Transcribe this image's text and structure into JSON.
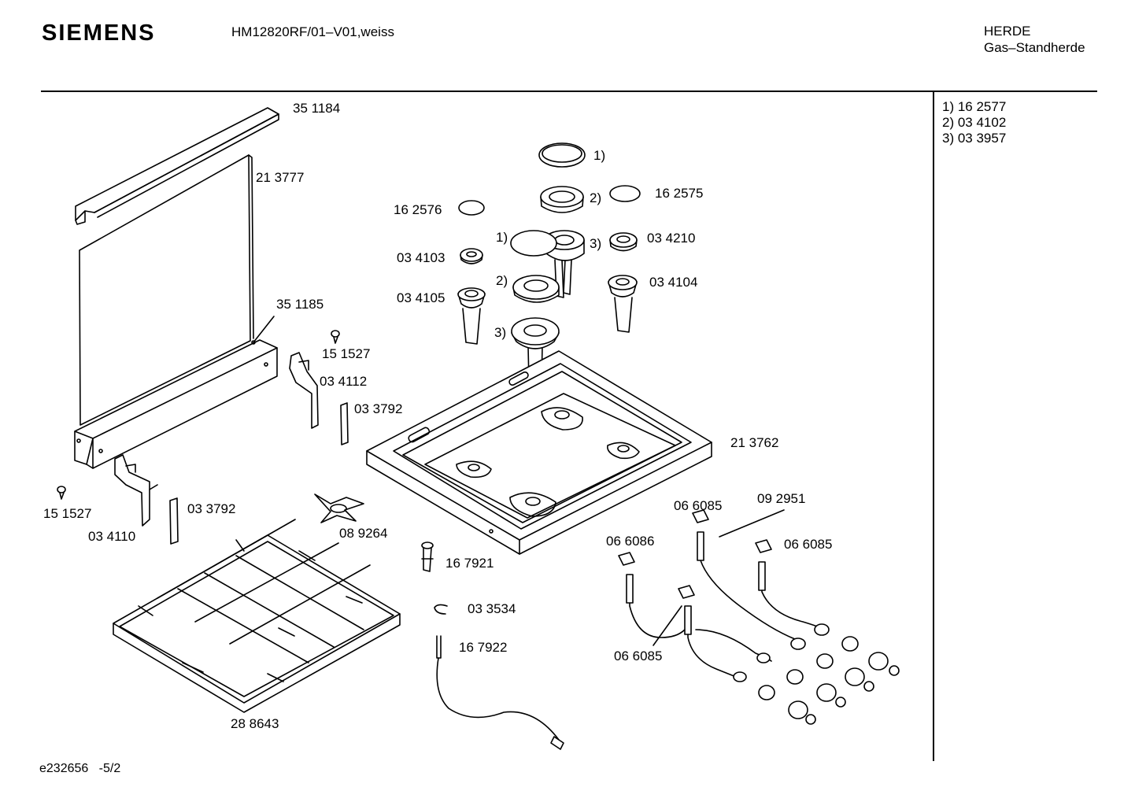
{
  "header": {
    "brand": "SIEMENS",
    "model": "HM12820RF/01–V01,weiss",
    "category_line1": "HERDE",
    "category_line2": "Gas–Standherde"
  },
  "legend": [
    {
      "text": "1) 16 2577"
    },
    {
      "text": "2) 03 4102"
    },
    {
      "text": "3) 03 3957"
    }
  ],
  "footer": {
    "doc_id": "e232656",
    "page": "-5/2"
  },
  "part_labels": {
    "p351184": "35 1184",
    "p213777": "21 3777",
    "p162576": "16 2576",
    "p162575": "16 2575",
    "p034210": "03 4210",
    "p034103": "03 4103",
    "p034105": "03 4105",
    "p034104": "03 4104",
    "p351185": "35 1185",
    "p151527a": "15 1527",
    "p034112": "03 4112",
    "p033792a": "03 3792",
    "p213762": "21 3762",
    "p151527b": "15 1527",
    "p034110": "03 4110",
    "p033792b": "03 3792",
    "p089264": "08 9264",
    "p066085a": "06 6085",
    "p092951": "09 2951",
    "p066086": "06 6086",
    "p066085b": "06 6085",
    "p167921": "16 7921",
    "p033534": "03 3534",
    "p167922": "16 7922",
    "p066085c": "06 6085",
    "p288643": "28 8643"
  },
  "callouts": {
    "c1a": "1)",
    "c2a": "2)",
    "c3a": "3)",
    "c1b": "1)",
    "c2b": "2)",
    "c3b": "3)"
  }
}
